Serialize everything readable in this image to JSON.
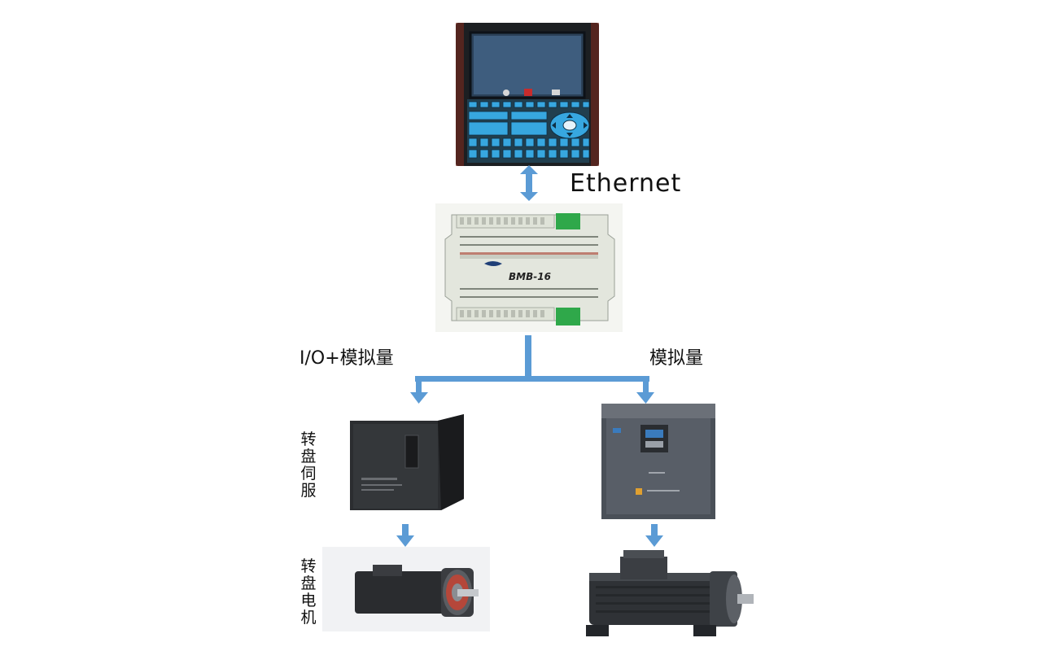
{
  "diagram": {
    "edge_top_label": "Ethernet",
    "branch_left_label": "I/O+模拟量",
    "branch_right_label": "模拟量",
    "servo_label": "转盘伺服",
    "servo_motor_label": "转盘电机"
  },
  "devices": {
    "controller_board_label": "BMB-16"
  },
  "colors": {
    "arrow": "#5b9bd5",
    "hmi_keypad": "#2f9fd8",
    "hmi_body": "#1c1f22",
    "board_body": "#e9ebe4",
    "terminal_green": "#2fa84a"
  },
  "icons": [
    "double-arrow-icon",
    "down-arrow-icon"
  ]
}
